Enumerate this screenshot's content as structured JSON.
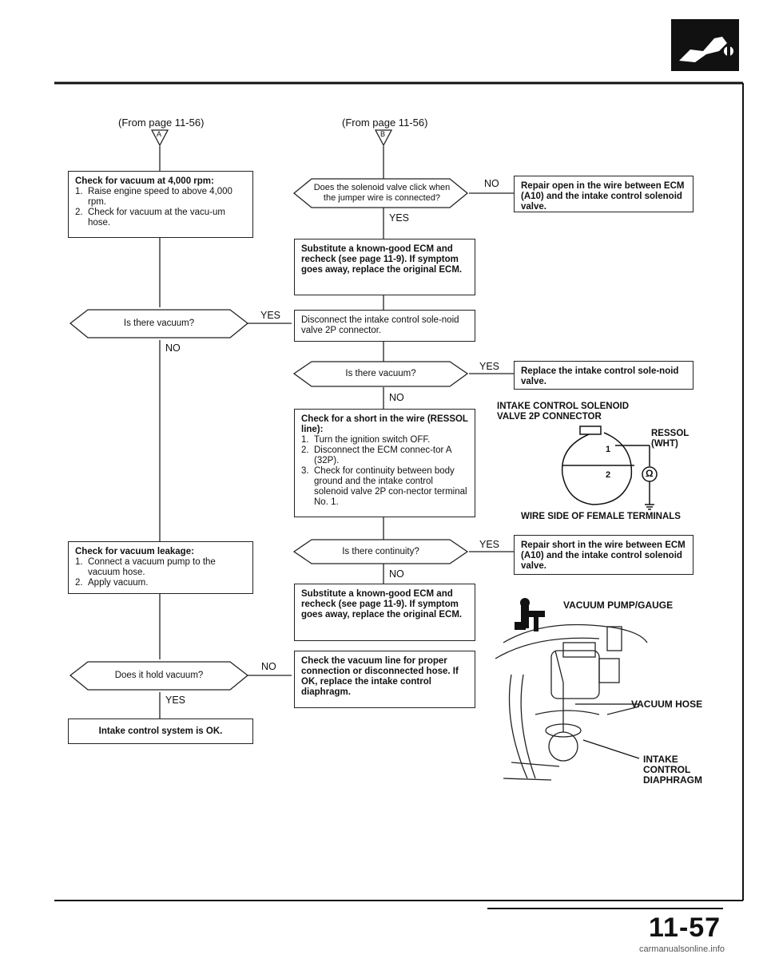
{
  "page_number": "11-57",
  "watermark": "carmanualsonline.info",
  "from_a": "(From page 11-56)",
  "from_b": "(From page 11-56)",
  "connector_a": "A",
  "connector_b": "B",
  "labels": {
    "yes": "YES",
    "no": "NO"
  },
  "left_column": {
    "check_vacuum_4000": {
      "title": "Check for vacuum at 4,000 rpm:",
      "steps": [
        {
          "num": "1.",
          "text": "Raise engine speed to above 4,000 rpm."
        },
        {
          "num": "2.",
          "text": "Check for vacuum at the vacu-um hose."
        }
      ]
    },
    "q_is_there_vacuum": "Is there vacuum?",
    "check_vacuum_leakage": {
      "title": "Check for vacuum leakage:",
      "steps": [
        {
          "num": "1.",
          "text": "Connect a vacuum pump to the vacuum hose."
        },
        {
          "num": "2.",
          "text": "Apply vacuum."
        }
      ]
    },
    "q_hold_vacuum": "Does it hold vacuum?",
    "system_ok": "Intake control system is OK."
  },
  "mid_column": {
    "q_solenoid_click": "Does the solenoid valve click when the jumper wire is connected?",
    "substitute_ecm_1": "Substitute a known-good ECM and recheck (see page 11-9). If symptom goes away, replace the original ECM.",
    "disconnect_connector": "Disconnect the intake control sole-noid valve 2P connector.",
    "q_is_there_vacuum_2": "Is there vacuum?",
    "check_short": {
      "title": "Check for a short in the wire (RESSOL line):",
      "steps": [
        {
          "num": "1.",
          "text": "Turn the ignition switch OFF."
        },
        {
          "num": "2.",
          "text": "Disconnect the ECM connec-tor A (32P)."
        },
        {
          "num": "3.",
          "text": "Check for continuity between body ground and the intake control solenoid valve 2P con-nector terminal No. 1."
        }
      ]
    },
    "q_continuity": "Is there continuity?",
    "substitute_ecm_2": "Substitute a known-good ECM and recheck (see page 11-9). If symptom goes away, replace the original ECM.",
    "check_vacuum_line": "Check the vacuum line for proper connection or disconnected hose. If OK, replace the intake control diaphragm."
  },
  "right_column": {
    "repair_open": "Repair open in the wire between ECM (A10) and the intake control solenoid valve.",
    "replace_solenoid": "Replace the intake control sole-noid valve.",
    "repair_short": "Repair short in the wire between ECM (A10) and the intake control solenoid valve."
  },
  "connector_diagram": {
    "title_line1": "INTAKE CONTROL SOLENOID",
    "title_line2": "VALVE 2P CONNECTOR",
    "wire_name": "RESSOL",
    "wire_color": "(WHT)",
    "terminal_1": "1",
    "terminal_2": "2",
    "ohm_symbol": "Ω",
    "caption": "WIRE SIDE OF FEMALE TERMINALS"
  },
  "illustration": {
    "pump_label": "VACUUM PUMP/GAUGE",
    "hose_label": "VACUUM HOSE",
    "diaphragm_line1": "INTAKE",
    "diaphragm_line2": "CONTROL",
    "diaphragm_line3": "DIAPHRAGM"
  }
}
